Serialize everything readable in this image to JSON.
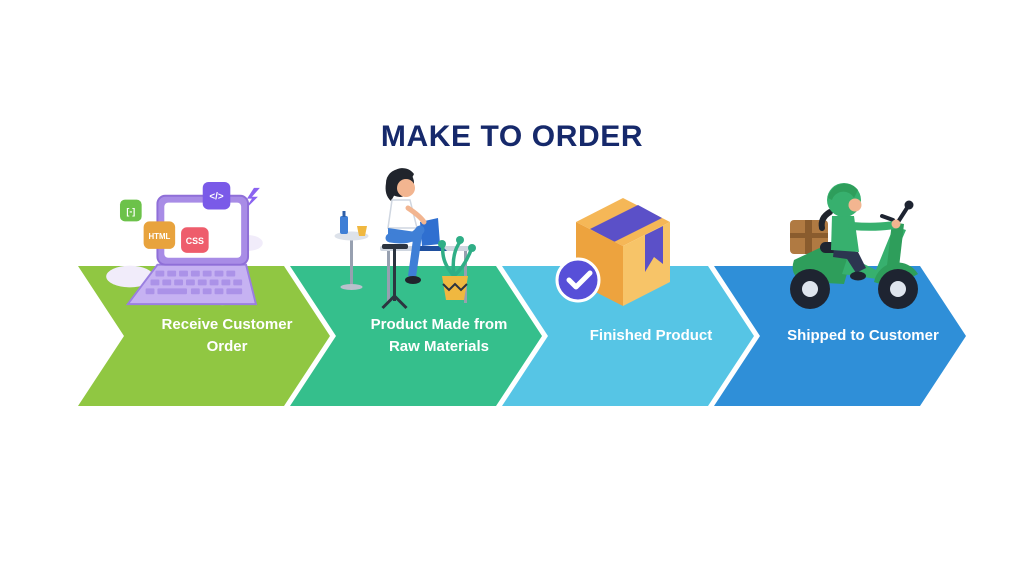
{
  "title": "MAKE TO ORDER",
  "title_color": "#16296B",
  "background_color": "#FFFFFF",
  "label_text_color": "#FFFFFF",
  "steps": [
    {
      "label": "Receive Customer Order",
      "color": "#90C742",
      "illustration": "laptop-coding",
      "badges": {
        "bracket": "[-]",
        "html": "HTML",
        "css": "CSS",
        "code": "</>"
      }
    },
    {
      "label": "Product Made from Raw Materials",
      "color": "#35BF8C",
      "illustration": "person-working-at-desk"
    },
    {
      "label": "Finished Product",
      "color": "#56C5E5",
      "illustration": "package-box-with-checkmark"
    },
    {
      "label": "Shipped to Customer",
      "color": "#2F8FD8",
      "illustration": "delivery-scooter-rider"
    }
  ]
}
